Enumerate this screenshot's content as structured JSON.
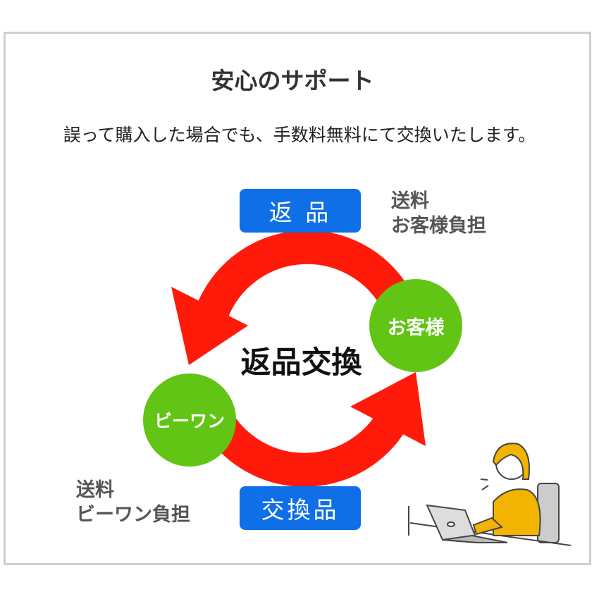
{
  "title": "安心のサポート",
  "subtitle": "誤って購入した場合でも、手数料無料にて交換いたします。",
  "diagram": {
    "center_label": "返品交換",
    "return_box": "返 品",
    "exchange_box": "交換品",
    "customer_node": "お客様",
    "company_node": "ビーワン",
    "customer_note": {
      "line1": "送料",
      "line2": "お客様負担"
    },
    "company_note": {
      "line1": "送料",
      "line2": "ビーワン負担"
    }
  },
  "colors": {
    "arrow": "#ff1a0a",
    "node": "#62c414",
    "box": "#0f6fe6"
  }
}
